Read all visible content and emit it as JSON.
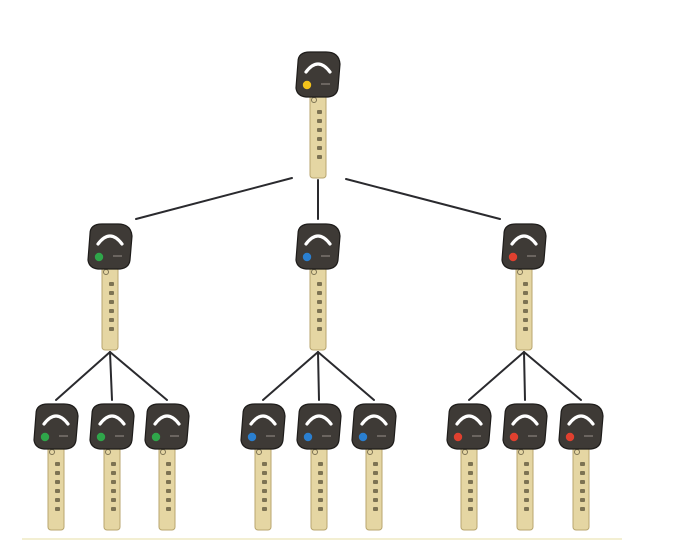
{
  "colors": {
    "line": "#2a2a2e",
    "head": "#3e3a36",
    "head_edge": "#1e1c1a",
    "blade": "#e5d6a3",
    "blade_edge": "#b9a66f",
    "pin": "#7d7353"
  },
  "tree": {
    "master": {
      "dot_color": "#f2c21b",
      "icon": "master-key-icon"
    },
    "groups": [
      {
        "dot_color": "#2fa64a",
        "icon": "submaster-key-icon",
        "children": 3
      },
      {
        "dot_color": "#2a7fd0",
        "icon": "submaster-key-icon",
        "children": 3
      },
      {
        "dot_color": "#e0402f",
        "icon": "submaster-key-icon",
        "children": 3
      }
    ]
  }
}
